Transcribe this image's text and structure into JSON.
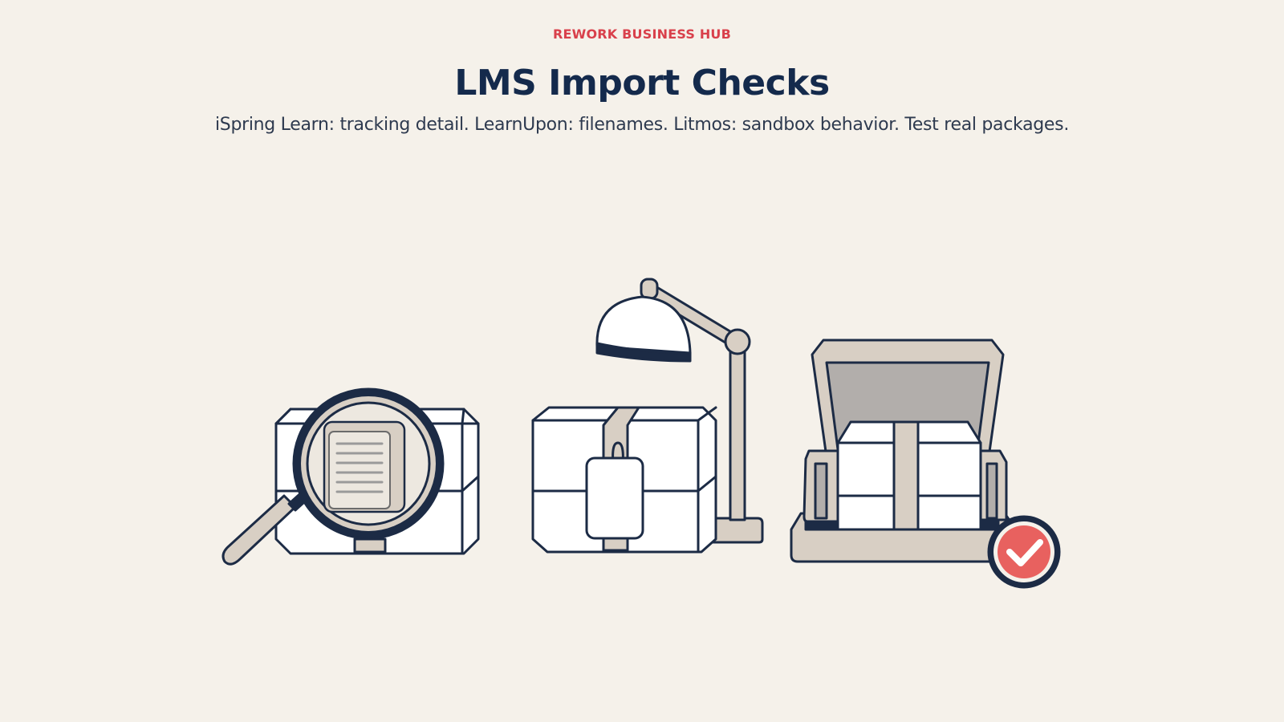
{
  "header": {
    "eyebrow": "REWORK BUSINESS HUB",
    "title": "LMS Import Checks",
    "subtitle": "iSpring Learn: tracking detail. LearnUpon: filenames. Litmos: sandbox behavior. Test real packages."
  },
  "colors": {
    "background": "#f5f1ea",
    "accent": "#d9404b",
    "ink": "#142a4c",
    "tan": "#d8cfc4",
    "check": "#e8615f"
  },
  "icons": [
    "magnifier-icon",
    "document-icon",
    "package-box-icon",
    "tag-icon",
    "desk-lamp-icon",
    "open-box-icon",
    "checkmark-icon"
  ]
}
